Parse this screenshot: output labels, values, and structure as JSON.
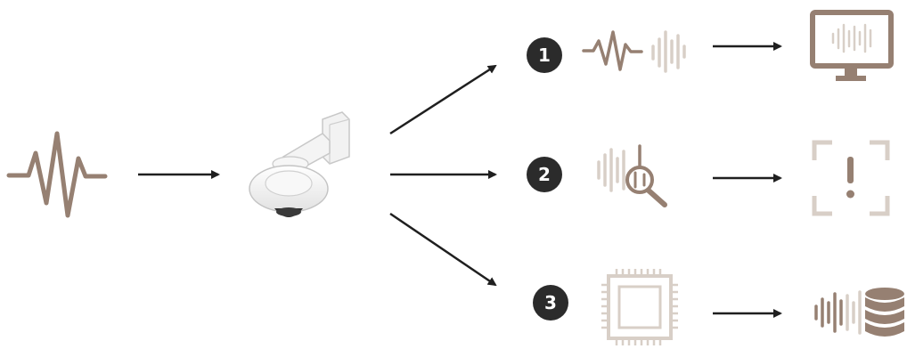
{
  "colors": {
    "dark": "#2b2b2b",
    "brown": "#968072",
    "light": "#d8cfc7",
    "arrow": "#1f1f1f",
    "camera": "#eeeeee"
  },
  "steps": [
    {
      "number": "1",
      "icon": "audio-stream-icon",
      "output_icon": "monitor-icon"
    },
    {
      "number": "2",
      "icon": "audio-analysis-icon",
      "output_icon": "alert-icon"
    },
    {
      "number": "3",
      "icon": "processor-chip-icon",
      "output_icon": "audio-storage-icon"
    }
  ],
  "input": {
    "icon": "sound-wave-icon",
    "device_icon": "camera-icon"
  }
}
